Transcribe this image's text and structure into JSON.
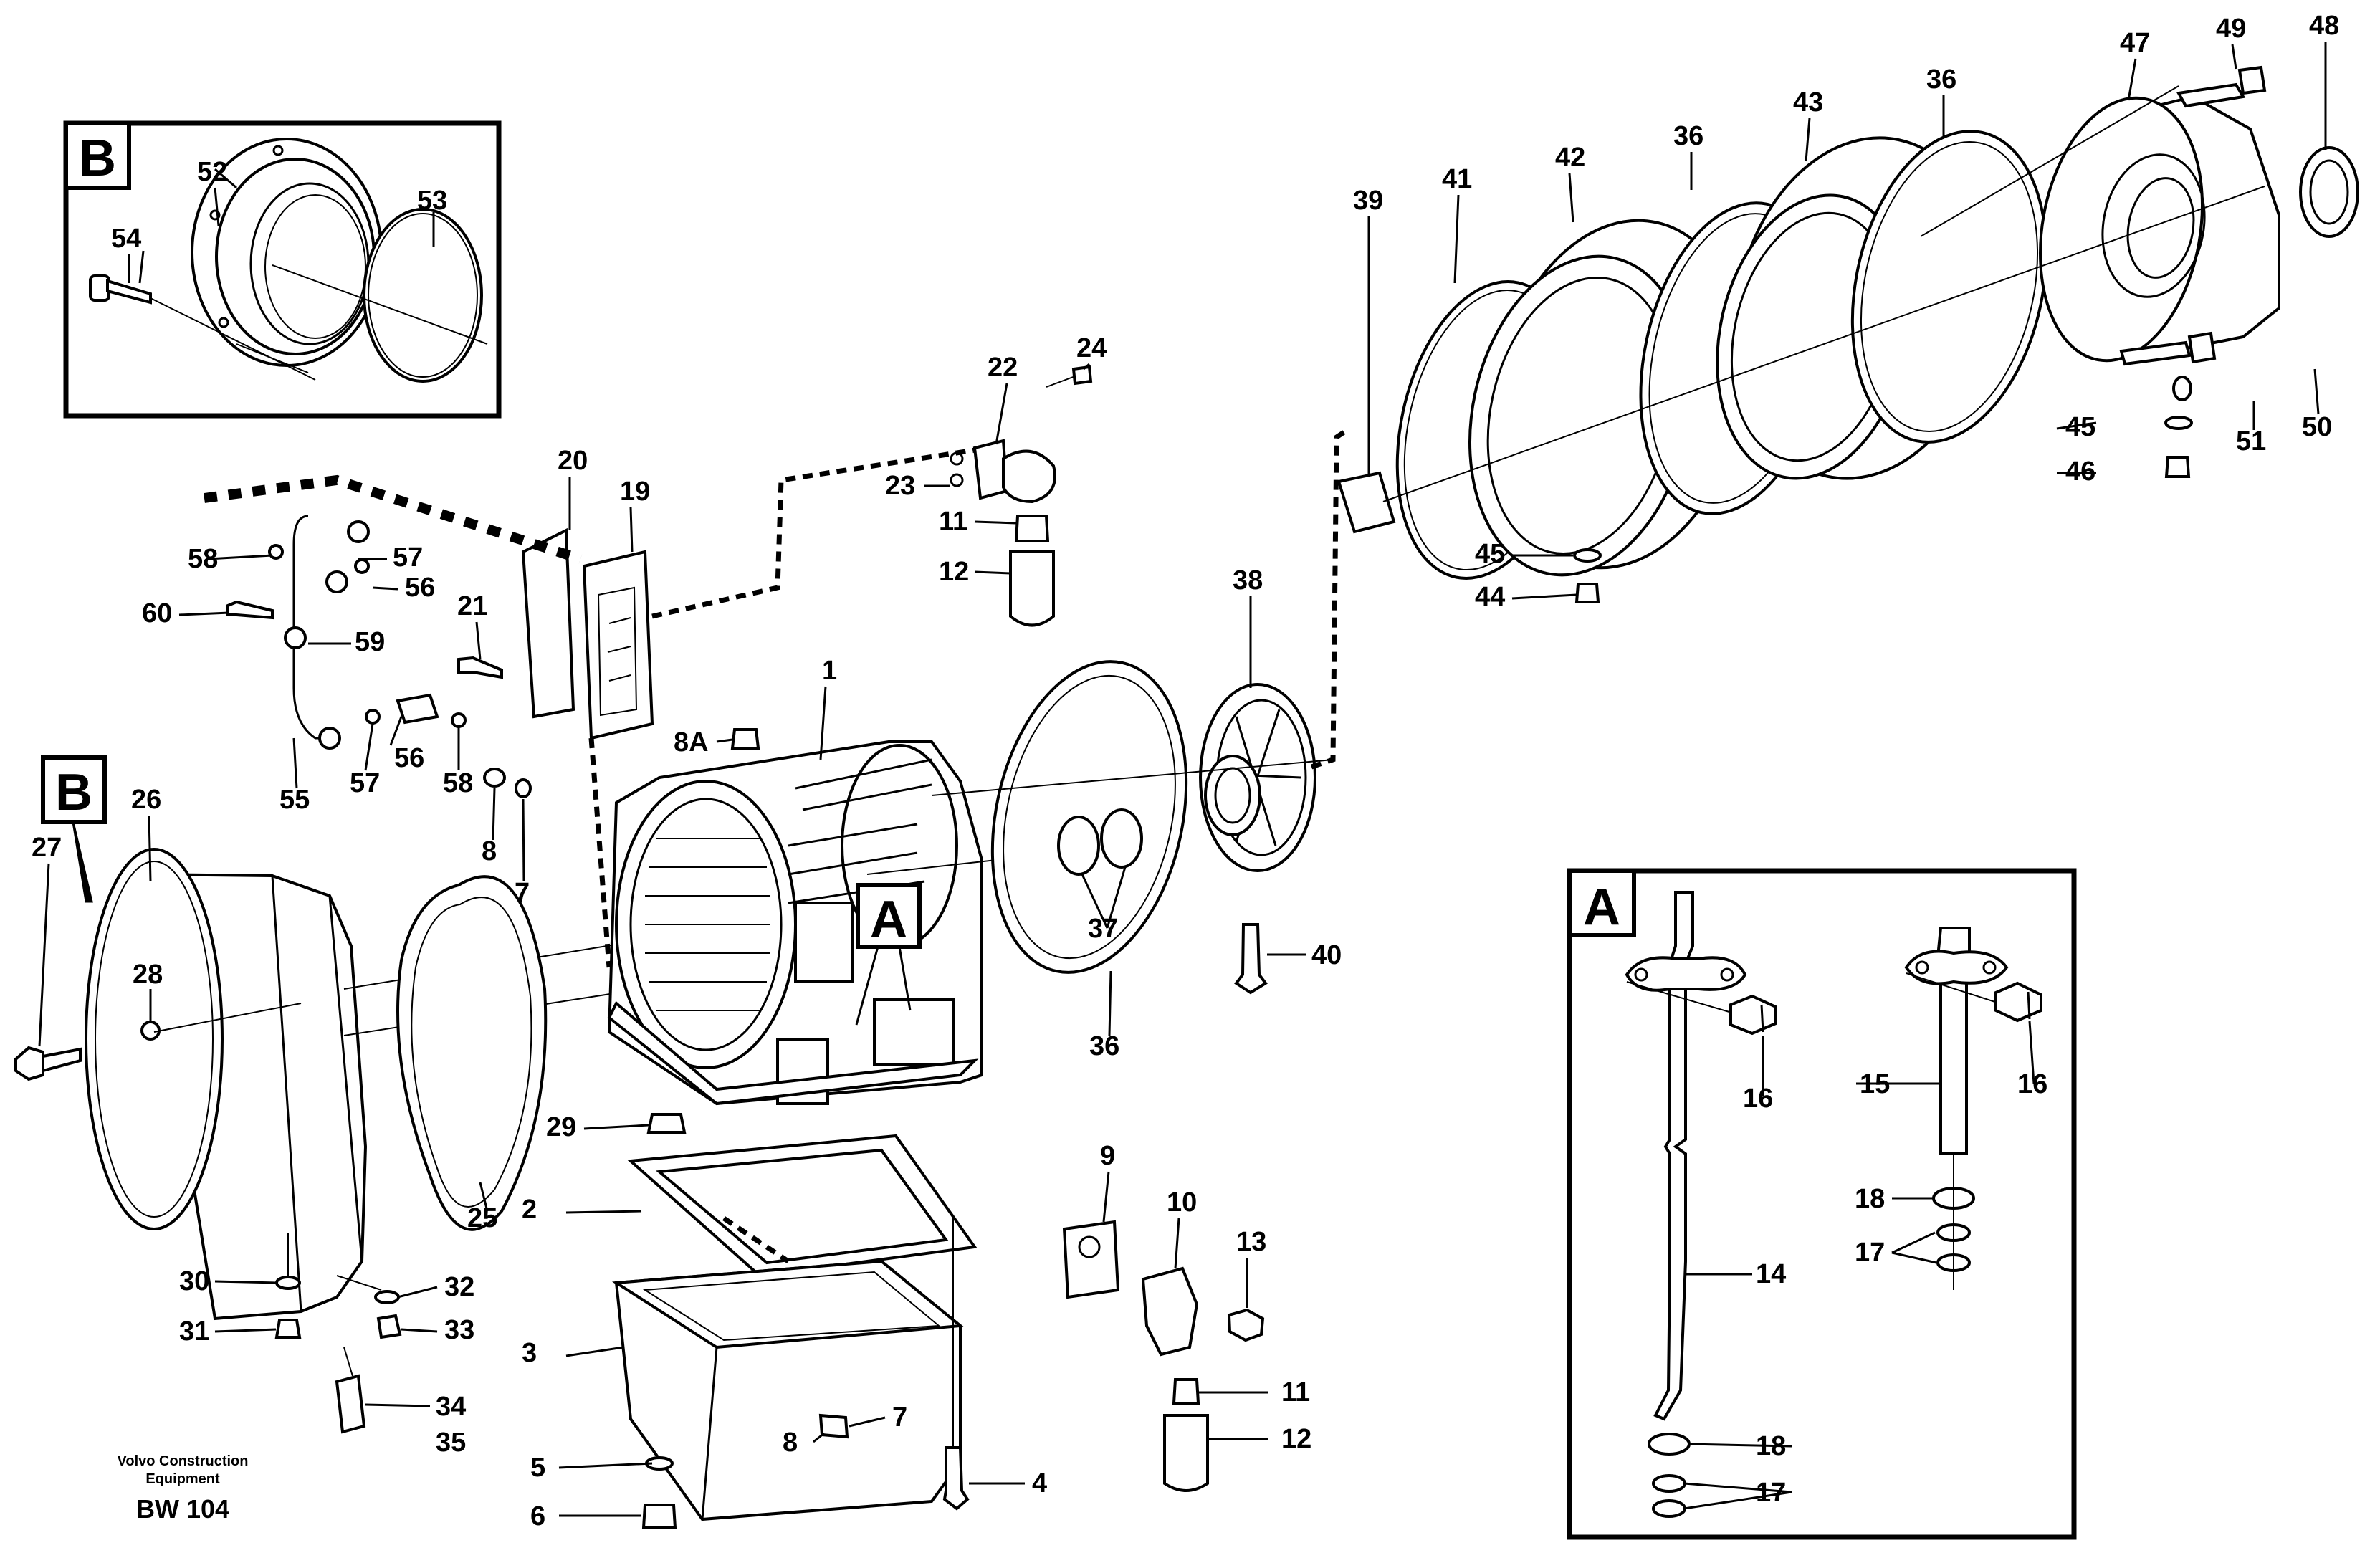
{
  "callouts": [
    {
      "id": "c1",
      "text": "1"
    },
    {
      "id": "c2",
      "text": "2"
    },
    {
      "id": "c3",
      "text": "3"
    },
    {
      "id": "c4",
      "text": "4"
    },
    {
      "id": "c5",
      "text": "5"
    },
    {
      "id": "c6",
      "text": "6"
    },
    {
      "id": "c7a",
      "text": "7"
    },
    {
      "id": "c7b",
      "text": "7"
    },
    {
      "id": "c8a",
      "text": "8"
    },
    {
      "id": "c8b",
      "text": "8"
    },
    {
      "id": "c8A",
      "text": "8A"
    },
    {
      "id": "c9",
      "text": "9"
    },
    {
      "id": "c10",
      "text": "10"
    },
    {
      "id": "c11a",
      "text": "11"
    },
    {
      "id": "c11b",
      "text": "11"
    },
    {
      "id": "c12a",
      "text": "12"
    },
    {
      "id": "c12b",
      "text": "12"
    },
    {
      "id": "c13",
      "text": "13"
    },
    {
      "id": "c14",
      "text": "14"
    },
    {
      "id": "c15",
      "text": "15"
    },
    {
      "id": "c16a",
      "text": "16"
    },
    {
      "id": "c16b",
      "text": "16"
    },
    {
      "id": "c17a",
      "text": "17"
    },
    {
      "id": "c17b",
      "text": "17"
    },
    {
      "id": "c18a",
      "text": "18"
    },
    {
      "id": "c18b",
      "text": "18"
    },
    {
      "id": "c19",
      "text": "19"
    },
    {
      "id": "c20",
      "text": "20"
    },
    {
      "id": "c21",
      "text": "21"
    },
    {
      "id": "c22",
      "text": "22"
    },
    {
      "id": "c23",
      "text": "23"
    },
    {
      "id": "c24",
      "text": "24"
    },
    {
      "id": "c25",
      "text": "25"
    },
    {
      "id": "c26",
      "text": "26"
    },
    {
      "id": "c27",
      "text": "27"
    },
    {
      "id": "c28",
      "text": "28"
    },
    {
      "id": "c29",
      "text": "29"
    },
    {
      "id": "c30",
      "text": "30"
    },
    {
      "id": "c31",
      "text": "31"
    },
    {
      "id": "c32",
      "text": "32"
    },
    {
      "id": "c33",
      "text": "33"
    },
    {
      "id": "c34",
      "text": "34"
    },
    {
      "id": "c35",
      "text": "35"
    },
    {
      "id": "c36a",
      "text": "36"
    },
    {
      "id": "c36b",
      "text": "36"
    },
    {
      "id": "c36c",
      "text": "36"
    },
    {
      "id": "c37",
      "text": "37"
    },
    {
      "id": "c38",
      "text": "38"
    },
    {
      "id": "c39",
      "text": "39"
    },
    {
      "id": "c40",
      "text": "40"
    },
    {
      "id": "c41",
      "text": "41"
    },
    {
      "id": "c42",
      "text": "42"
    },
    {
      "id": "c43",
      "text": "43"
    },
    {
      "id": "c44",
      "text": "44"
    },
    {
      "id": "c45a",
      "text": "45"
    },
    {
      "id": "c45b",
      "text": "45"
    },
    {
      "id": "c46",
      "text": "46"
    },
    {
      "id": "c47",
      "text": "47"
    },
    {
      "id": "c48",
      "text": "48"
    },
    {
      "id": "c49",
      "text": "49"
    },
    {
      "id": "c50",
      "text": "50"
    },
    {
      "id": "c51",
      "text": "51"
    },
    {
      "id": "c52",
      "text": "52"
    },
    {
      "id": "c53",
      "text": "53"
    },
    {
      "id": "c54",
      "text": "54"
    },
    {
      "id": "c55",
      "text": "55"
    },
    {
      "id": "c56a",
      "text": "56"
    },
    {
      "id": "c56b",
      "text": "56"
    },
    {
      "id": "c57a",
      "text": "57"
    },
    {
      "id": "c57b",
      "text": "57"
    },
    {
      "id": "c58a",
      "text": "58"
    },
    {
      "id": "c58b",
      "text": "58"
    },
    {
      "id": "c59",
      "text": "59"
    },
    {
      "id": "c60",
      "text": "60"
    }
  ],
  "detail_tags": {
    "b_inset": "B",
    "b_main": "B",
    "a_inset": "A",
    "a_main": "A"
  },
  "footer": {
    "company_line1": "Volvo Construction",
    "company_line2": "Equipment",
    "figure_code": "BW 104"
  },
  "colors": {
    "line": "#000000",
    "background": "#ffffff"
  }
}
